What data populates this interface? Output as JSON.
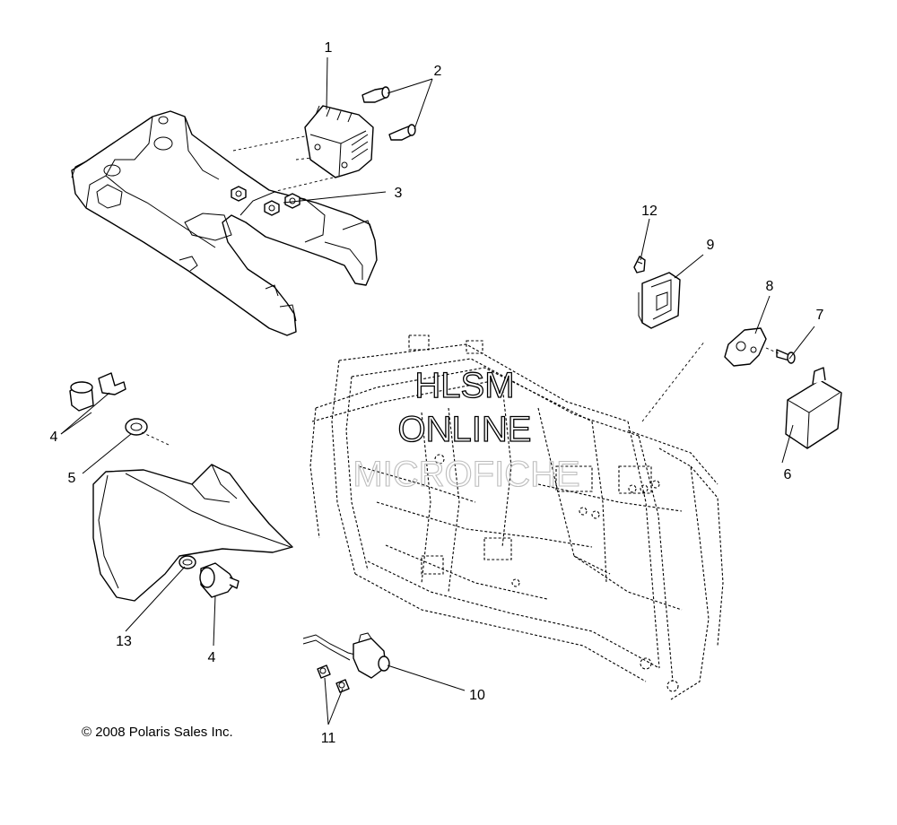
{
  "diagram": {
    "callouts": [
      {
        "id": "c1",
        "label": "1"
      },
      {
        "id": "c2",
        "label": "2"
      },
      {
        "id": "c3",
        "label": "3"
      },
      {
        "id": "c4a",
        "label": "4"
      },
      {
        "id": "c4b",
        "label": "4"
      },
      {
        "id": "c5",
        "label": "5"
      },
      {
        "id": "c6",
        "label": "6"
      },
      {
        "id": "c7",
        "label": "7"
      },
      {
        "id": "c8",
        "label": "8"
      },
      {
        "id": "c9",
        "label": "9"
      },
      {
        "id": "c10",
        "label": "10"
      },
      {
        "id": "c11",
        "label": "11"
      },
      {
        "id": "c12",
        "label": "12"
      },
      {
        "id": "c13",
        "label": "13"
      }
    ],
    "watermark": {
      "line1": "HLSM",
      "line2": "ONLINE",
      "line3": "MICROFICHE"
    },
    "copyright": "© 2008 Polaris Sales Inc."
  }
}
